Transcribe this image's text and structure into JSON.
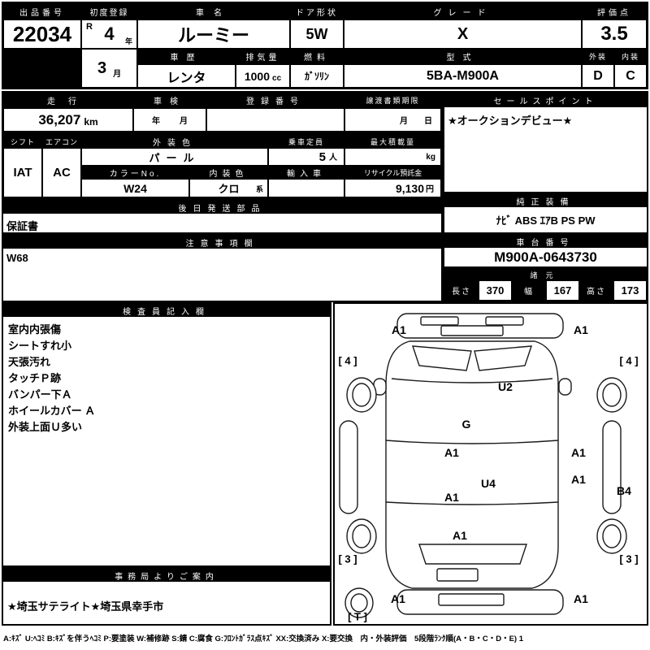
{
  "top": {
    "lot": {
      "label": "出品番号",
      "value": "22034"
    },
    "first_reg": {
      "label": "初度登録",
      "era": "R",
      "year": "4",
      "year_unit": "年",
      "month": "3",
      "month_unit": "月"
    },
    "car_name": {
      "label": "車名",
      "value": "ルーミー"
    },
    "door": {
      "label": "ドア形状",
      "value": "5W"
    },
    "grade": {
      "label": "グレード",
      "value": "X"
    },
    "score": {
      "label": "評価点",
      "value": "3.5"
    },
    "history": {
      "label": "車歴",
      "value": "レンタ"
    },
    "displacement": {
      "label": "排気量",
      "value": "1000",
      "unit": "cc"
    },
    "fuel": {
      "label": "燃料",
      "value": "ｶﾞｿﾘﾝ"
    },
    "model": {
      "label": "型式",
      "value": "5BA-M900A"
    },
    "exterior": {
      "label": "外装",
      "value": "D"
    },
    "interior": {
      "label": "内装",
      "value": "C"
    }
  },
  "mileage_row": {
    "mileage": {
      "label": "走行",
      "value": "36,207",
      "unit": "km"
    },
    "inspection": {
      "label": "車検",
      "year_label": "年",
      "month_label": "月"
    },
    "registration": {
      "label": "登録番号",
      "value": ""
    },
    "transfer": {
      "label": "譲渡書類期限",
      "month_label": "月",
      "day_label": "日"
    },
    "sales_point": {
      "label": "セールスポイント",
      "value": "★オークションデビュー★"
    }
  },
  "spec": {
    "shift": {
      "label": "シフト",
      "value": "IAT"
    },
    "aircon": {
      "label": "エアコン",
      "value": "AC"
    },
    "ext_color": {
      "label": "外装色",
      "value": "パール"
    },
    "capacity": {
      "label": "乗車定員",
      "value": "5",
      "unit": "人"
    },
    "max_load": {
      "label": "最大積載量",
      "value": "",
      "unit": "kg"
    },
    "color_no": {
      "label": "カラーNo.",
      "value": "W24"
    },
    "int_color": {
      "label": "内装色",
      "value": "クロ",
      "suffix": "系"
    },
    "import_car": {
      "label": "輸入車",
      "value": ""
    },
    "recycle": {
      "label": "リサイクル預託金",
      "value": "9,130",
      "unit": "円"
    }
  },
  "parts": {
    "label": "後日発送部品",
    "value": "保証書"
  },
  "equipment": {
    "label": "純正装備",
    "value": "ﾅﾋﾞ ABS ｴｱB PS PW"
  },
  "caution": {
    "label": "注意事項欄",
    "value": "W68"
  },
  "chassis": {
    "label": "車台番号",
    "value": "M900A-0643730"
  },
  "dimensions": {
    "label": "諸元",
    "length_label": "長さ",
    "length": "370",
    "width_label": "幅",
    "width": "167",
    "height_label": "高さ",
    "height": "173"
  },
  "inspector": {
    "label": "検査員記入欄",
    "notes": [
      "室内内張傷",
      "シートすれ小",
      "天張汚れ",
      "タッチＰ跡",
      "バンパー下Ａ",
      "ホイールカバー Ａ",
      "外装上面Ｕ多い"
    ]
  },
  "office": {
    "label": "事務局よりご案内",
    "value": "★埼玉サテライト★埼玉県幸手市"
  },
  "diagram": {
    "labels": [
      "A1",
      "A1",
      "[ 4 ]",
      "[ 4 ]",
      "U2",
      "G",
      "A1",
      "A1",
      "U4",
      "A1",
      "A1",
      "B4",
      "A1",
      "[ 3 ]",
      "[ 3 ]",
      "A1",
      "A1",
      "[ T ]"
    ]
  },
  "legend": "A:ｷｽﾞ U:ﾍｺﾐ B:ｷｽﾞを伴うﾍｺﾐ P:要塗装 W:補修跡 S:錆 C:腐食 G:ﾌﾛﾝﾄｶﾞﾗｽ点ｷｽﾞ XX:交換済み X:要交換　内・外装評価　5段階ﾗﾝｸ順(A・B・C・D・E) 1"
}
